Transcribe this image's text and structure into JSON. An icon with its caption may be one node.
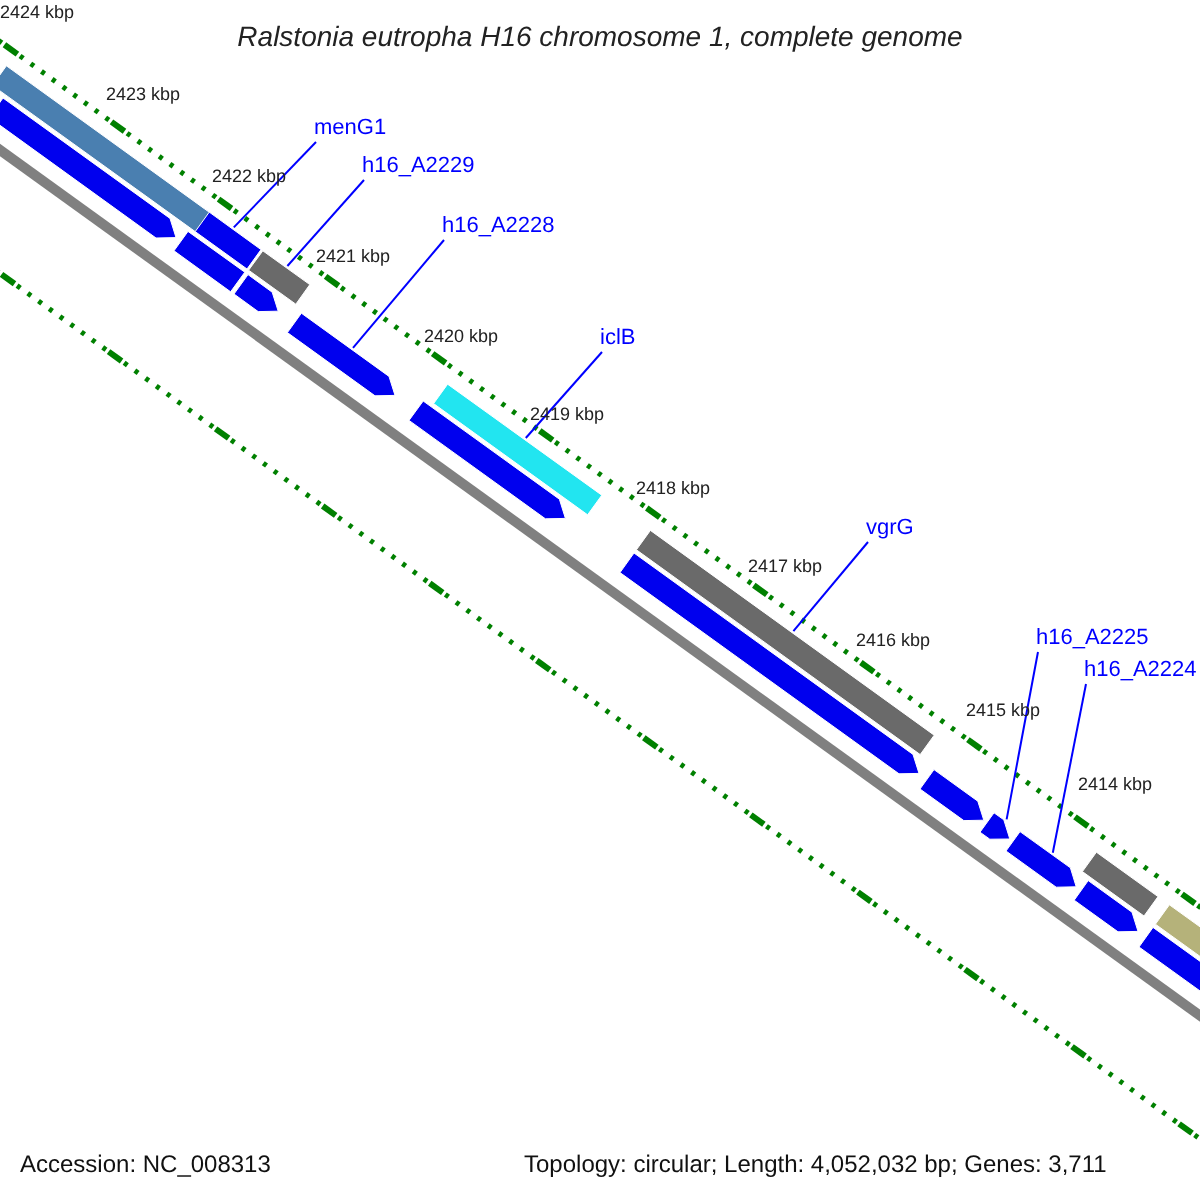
{
  "diagram": {
    "title": "Ralstonia eutropha H16 chromosome 1, complete genome",
    "nodes": [
      {
        "text": [
          "menG1"
        ]
      },
      {
        "text": [
          "h16_A2229"
        ]
      },
      {
        "text": [
          "h16_A2228"
        ]
      },
      {
        "text": [
          "iclB"
        ]
      },
      {
        "text": [
          "vgrG"
        ]
      },
      {
        "text": [
          "h16_A2225"
        ]
      },
      {
        "text": [
          "h16_A2224"
        ]
      },
      {
        "text": [],
        "shape": "bar"
      },
      {
        "text": [],
        "shape": "bar"
      },
      {
        "text": [],
        "shape": "bar"
      },
      {
        "text": [],
        "shape": "bar"
      },
      {
        "text": [],
        "shape": "bar"
      },
      {
        "text": [],
        "shape": "bar"
      },
      {
        "text": [],
        "shape": "bar"
      },
      {
        "text": [],
        "shape": "bar"
      },
      {
        "text": [],
        "shape": "bar"
      },
      {
        "text": [],
        "shape": "bar"
      },
      {
        "text": [],
        "shape": "bar"
      },
      {
        "text": [],
        "shape": "bar"
      },
      {
        "text": [],
        "shape": "bar"
      },
      {
        "text": [],
        "shape": "bar"
      },
      {
        "text": [],
        "shape": "bar"
      },
      {
        "text": [],
        "shape": "bar"
      },
      {
        "text": [],
        "shape": "bar"
      },
      {
        "text": [],
        "shape": "bar"
      }
    ],
    "edges": [
      {
        "from": 0,
        "to": 7,
        "arrow": "none"
      },
      {
        "from": 1,
        "to": 8,
        "arrow": "none"
      },
      {
        "from": 2,
        "to": 9,
        "arrow": "none"
      },
      {
        "from": 3,
        "to": 10,
        "arrow": "none"
      },
      {
        "from": 4,
        "to": 11,
        "arrow": "none"
      },
      {
        "from": 5,
        "to": 12,
        "arrow": "none"
      },
      {
        "from": 6,
        "to": 13,
        "arrow": "none"
      }
    ],
    "labels": [
      "2424 kbp",
      "2423 kbp",
      "2422 kbp",
      "2421 kbp",
      "2420 kbp",
      "2419 kbp",
      "2418 kbp",
      "2417 kbp",
      "2416 kbp",
      "2415 kbp",
      "2414 kbp",
      "Accession: NC_008313",
      "Topology: circular; Length: 4,052,032 bp; Genes: 3,711"
    ]
  }
}
